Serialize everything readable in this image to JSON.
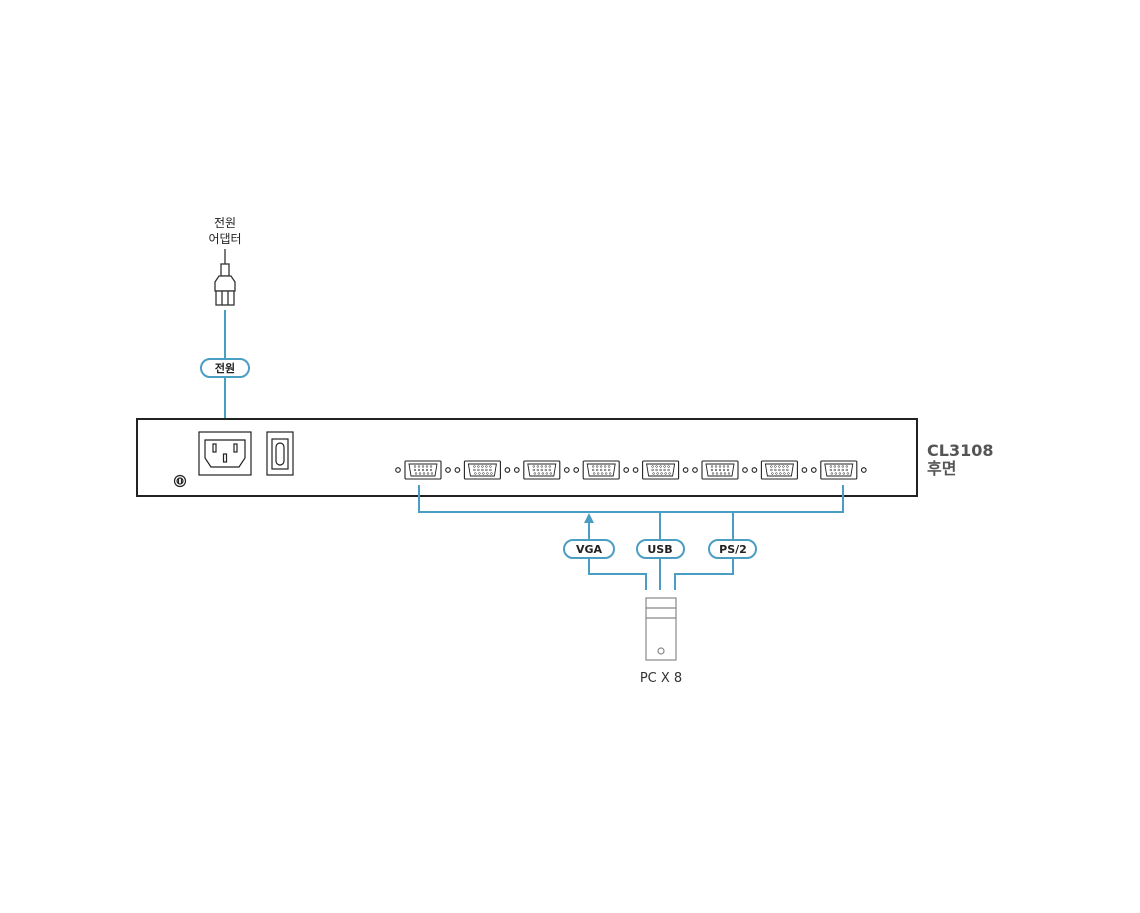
{
  "adapter_label_line1": "전원",
  "adapter_label_line2": "어댑터",
  "power_pill": "전원",
  "device": {
    "model": "CL3108",
    "view": "후면"
  },
  "pills": {
    "vga": "VGA",
    "usb": "USB",
    "ps2": "PS/2"
  },
  "pc_label": "PC X 8",
  "port_count": 8,
  "colors": {
    "cable": "#4a9dc3",
    "outline": "#222222"
  }
}
